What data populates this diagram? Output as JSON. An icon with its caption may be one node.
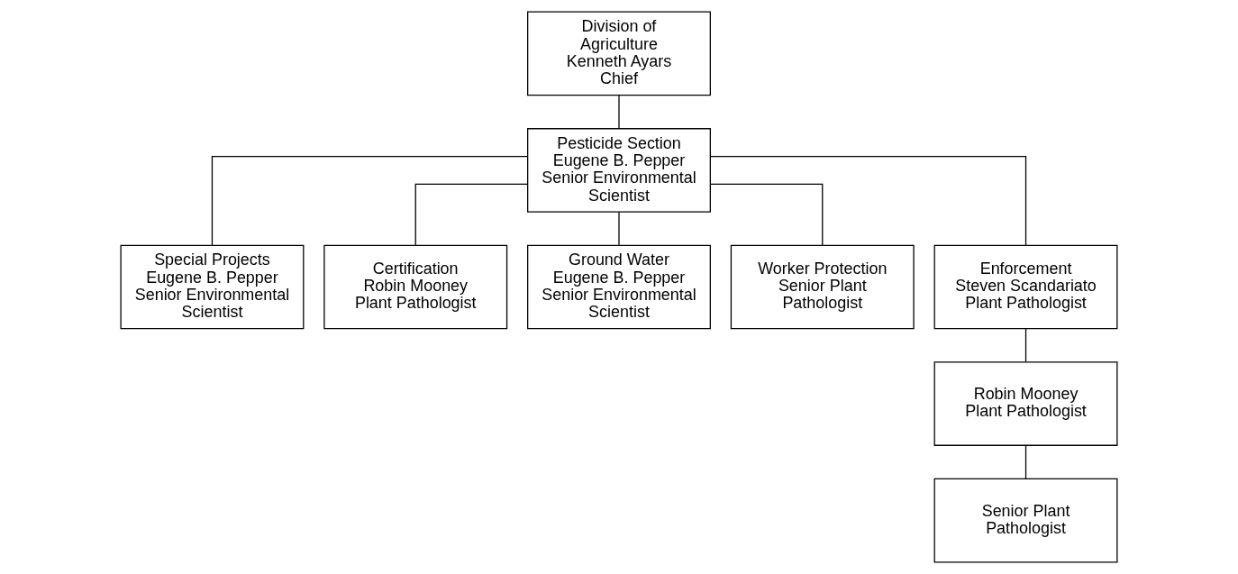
{
  "diagram": {
    "nodes": [
      {
        "text": [
          "Division of Agriculture",
          "Kenneth Ayars",
          "Chief"
        ]
      },
      {
        "text": [
          "Pesticide Section",
          "Eugene B. Pepper",
          "Senior Environmental Scientist"
        ]
      },
      {
        "text": [
          "Special Projects",
          "Eugene B. Pepper",
          "Senior Environmental Scientist"
        ]
      },
      {
        "text": [
          "Certification",
          "Robin Mooney",
          "Plant Pathologist"
        ]
      },
      {
        "text": [
          "Ground Water",
          "Eugene B. Pepper",
          "Senior Environmental Scientist"
        ]
      },
      {
        "text": [
          "Worker Protection",
          "Senior Plant Pathologist"
        ]
      },
      {
        "text": [
          "Enforcement",
          "Steven Scandariato",
          "Plant Pathologist"
        ]
      },
      {
        "text": [
          "Robin Mooney",
          "Plant Pathologist"
        ]
      },
      {
        "text": [
          "Senior Plant Pathologist"
        ]
      }
    ],
    "edges": [
      {
        "from": 0,
        "to": 1,
        "arrow": "none"
      },
      {
        "from": 1,
        "to": 2,
        "arrow": "none"
      },
      {
        "from": 1,
        "to": 3,
        "arrow": "none"
      },
      {
        "from": 1,
        "to": 4,
        "arrow": "none"
      },
      {
        "from": 1,
        "to": 5,
        "arrow": "none"
      },
      {
        "from": 1,
        "to": 6,
        "arrow": "none"
      },
      {
        "from": 6,
        "to": 7,
        "arrow": "none"
      },
      {
        "from": 7,
        "to": 8,
        "arrow": "none"
      }
    ]
  }
}
